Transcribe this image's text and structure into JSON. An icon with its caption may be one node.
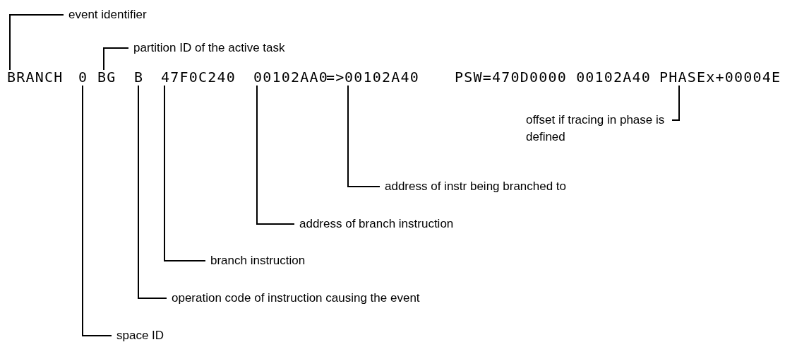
{
  "diagram": {
    "nodes": [
      {
        "text": [
          "event identifier"
        ]
      },
      {
        "text": [
          "partition ID of the active task"
        ]
      },
      {
        "text": [
          "BRANCH"
        ]
      },
      {
        "text": [
          "0"
        ]
      },
      {
        "text": [
          "BG"
        ]
      },
      {
        "text": [
          "B"
        ]
      },
      {
        "text": [
          "47F0C240"
        ]
      },
      {
        "text": [
          "00102AA0"
        ]
      },
      {
        "text": [
          "00102A40"
        ]
      },
      {
        "text": [
          "PHASEx+00004E"
        ]
      },
      {
        "text": [
          "offset if tracing in phase is defined"
        ]
      },
      {
        "text": [
          "address of instr being branched to"
        ]
      },
      {
        "text": [
          "address of branch instruction"
        ]
      },
      {
        "text": [
          "branch instruction"
        ]
      },
      {
        "text": [
          "operation code of instruction causing the event"
        ]
      },
      {
        "text": [
          "space ID"
        ]
      }
    ],
    "edges": [
      {
        "from": 0,
        "to": 2,
        "arrow": "none"
      },
      {
        "from": 1,
        "to": 4,
        "arrow": "none"
      },
      {
        "from": 10,
        "to": 9,
        "arrow": "none"
      },
      {
        "from": 11,
        "to": 8,
        "arrow": "none"
      },
      {
        "from": 12,
        "to": 7,
        "arrow": "none"
      },
      {
        "from": 13,
        "to": 6,
        "arrow": "none"
      },
      {
        "from": 14,
        "to": 5,
        "arrow": "none"
      },
      {
        "from": 15,
        "to": 3,
        "arrow": "none"
      }
    ],
    "labels": [
      "=>",
      "PSW=470D0000 00102A40"
    ]
  }
}
